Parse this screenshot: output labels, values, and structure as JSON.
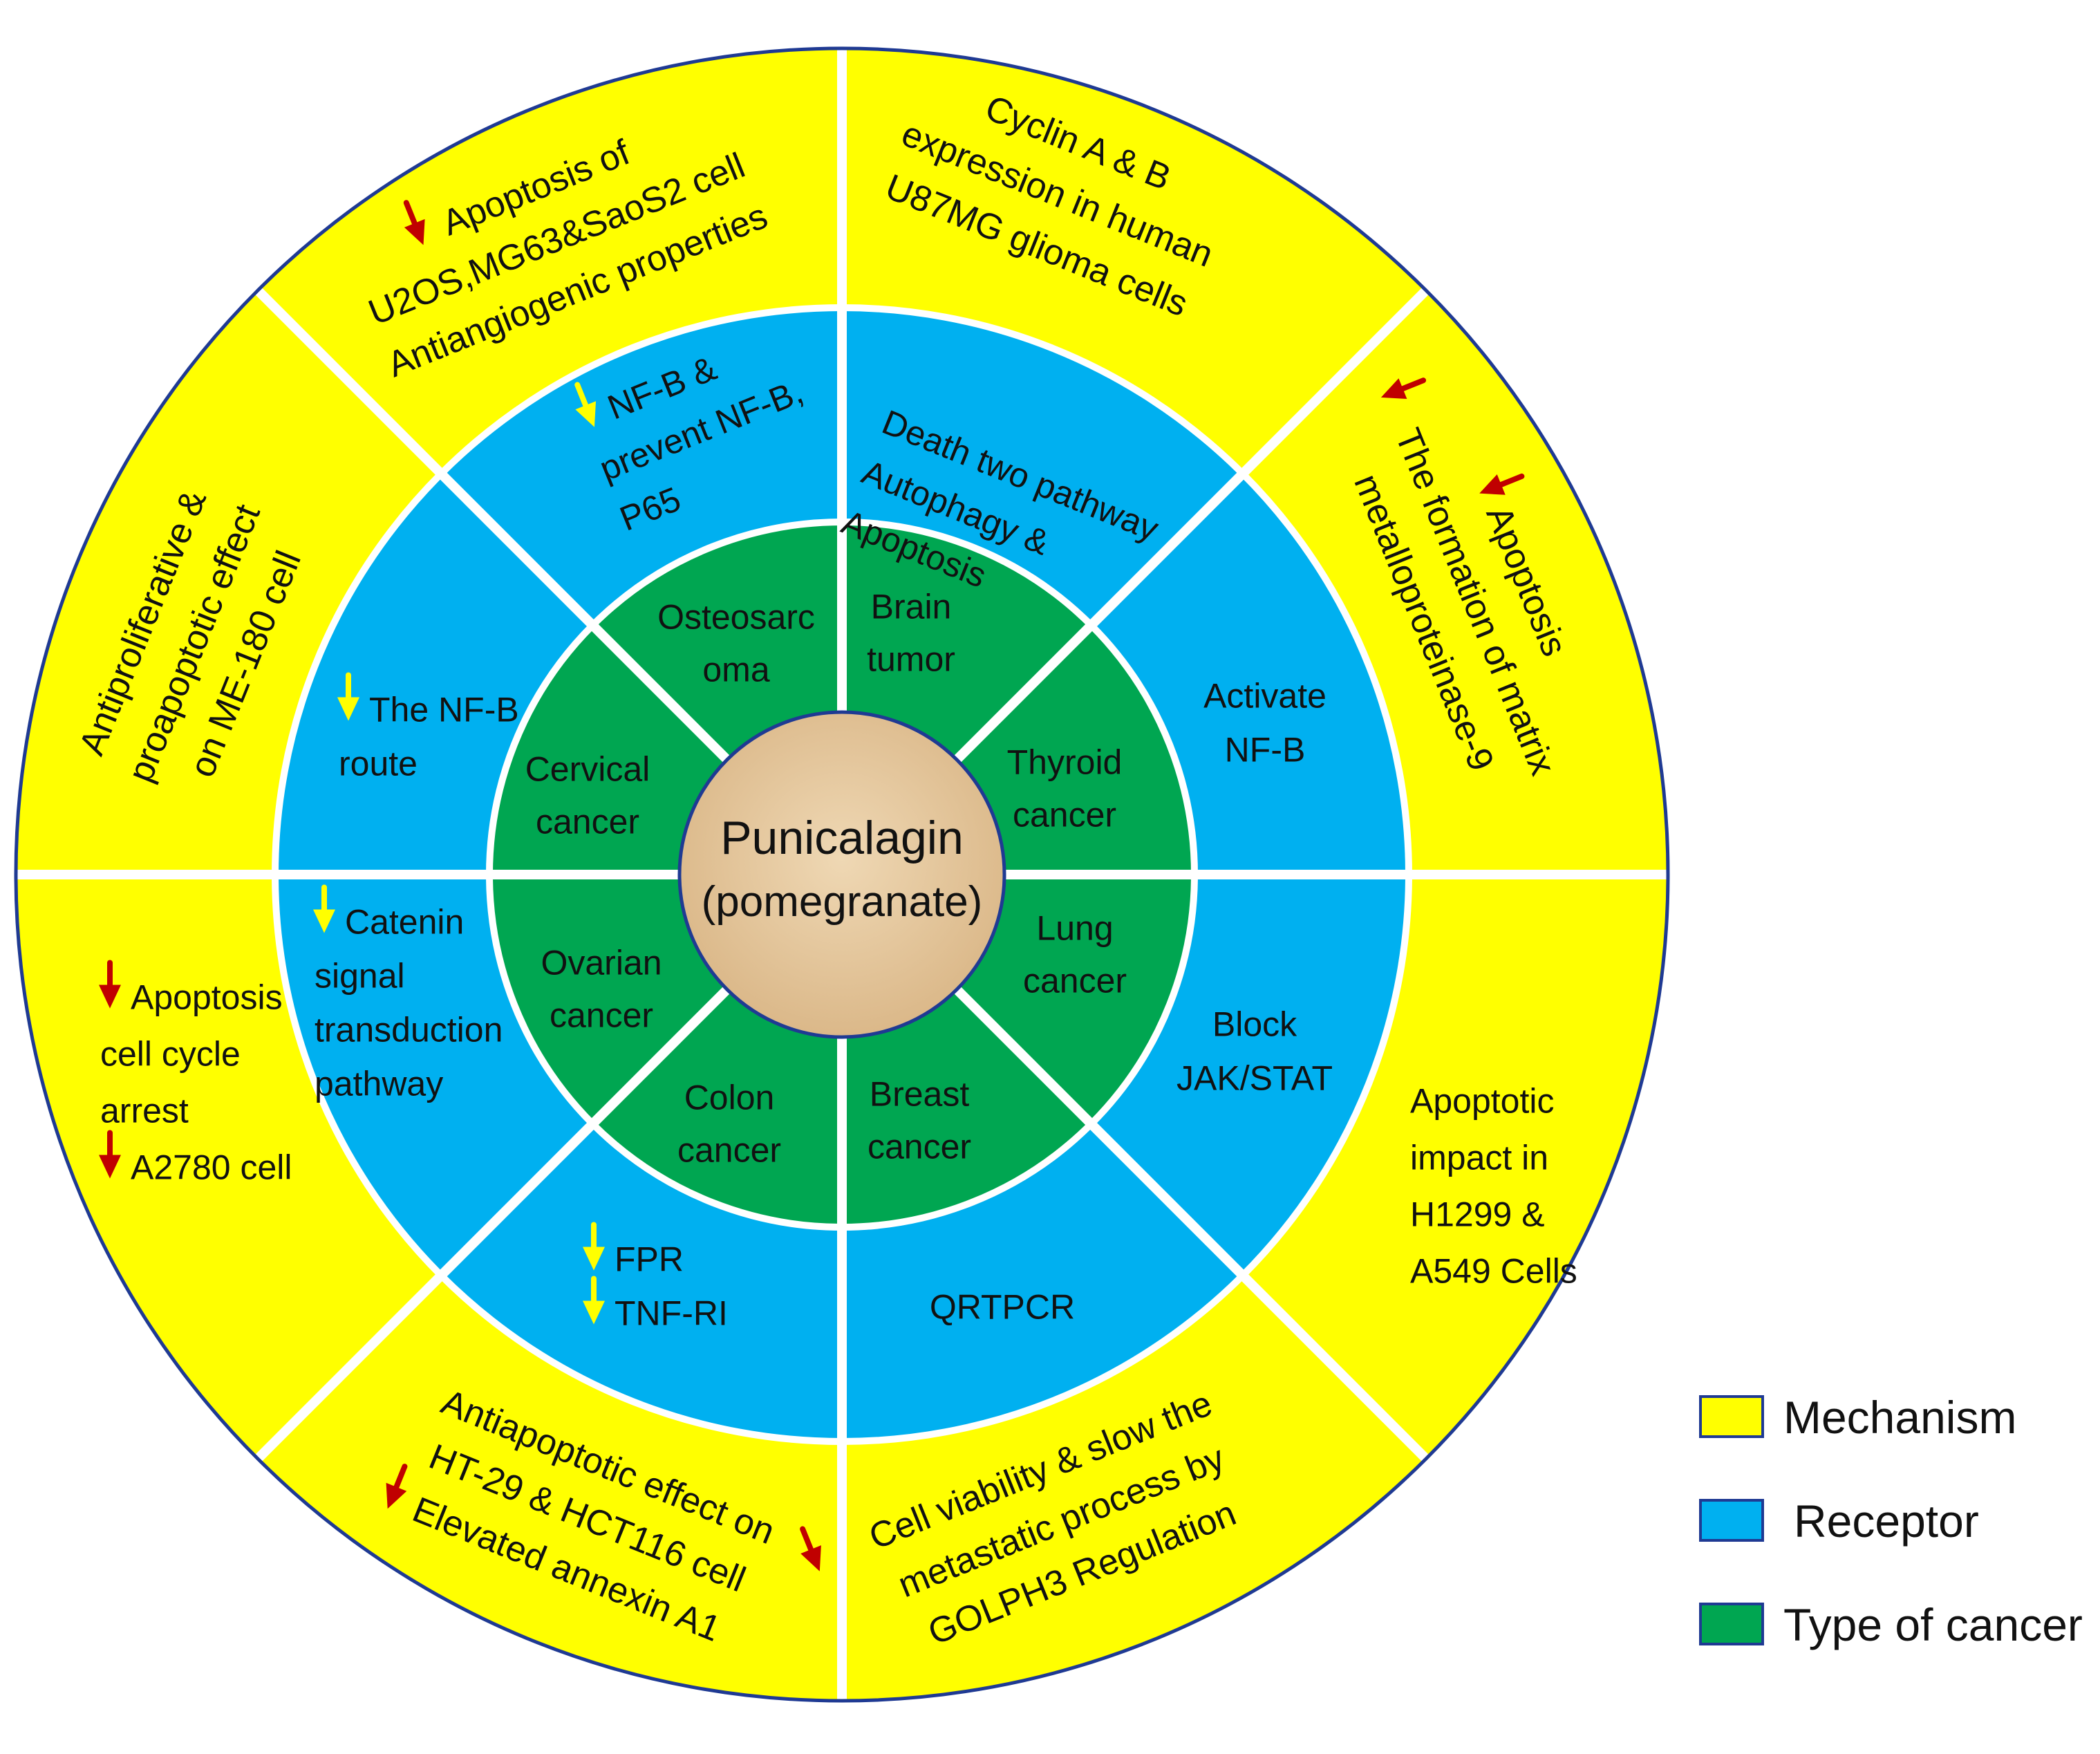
{
  "center": {
    "line1": "Punicalagin",
    "line2": "(pomegranate)"
  },
  "colors": {
    "mechanism": "#FFFF00",
    "receptor": "#00B0F0",
    "cancer": "#00A651",
    "center": "#E6C79C",
    "divider": "#FFFFFF",
    "outline": "#1F3A93",
    "arrow_down_red": "#C00000",
    "arrow_down_yellow": "#FFFF00"
  },
  "legend": [
    {
      "key": "mechanism",
      "label": "Mechanism"
    },
    {
      "key": "receptor",
      "label": "Receptor"
    },
    {
      "key": "cancer",
      "label": "Type of cancer"
    }
  ],
  "cancers": [
    {
      "lines": [
        "Osteosarc",
        "oma"
      ]
    },
    {
      "lines": [
        "Brain",
        "tumor"
      ]
    },
    {
      "lines": [
        "Thyroid",
        "cancer"
      ]
    },
    {
      "lines": [
        "Lung",
        "cancer"
      ]
    },
    {
      "lines": [
        "Breast",
        "cancer"
      ]
    },
    {
      "lines": [
        "Colon",
        "cancer"
      ]
    },
    {
      "lines": [
        "Ovarian",
        "cancer"
      ]
    },
    {
      "lines": [
        "Cervical",
        "cancer"
      ]
    }
  ],
  "receptors": [
    {
      "lines": [
        "NF-B &",
        "prevent NF-B,",
        "P65"
      ],
      "arrows": [
        0
      ]
    },
    {
      "lines": [
        "Death two pathway",
        "Autophagy &",
        "Apoptosis"
      ],
      "arrows": []
    },
    {
      "lines": [
        "Activate",
        "NF-B"
      ],
      "arrows": []
    },
    {
      "lines": [
        "Block",
        "JAK/STAT"
      ],
      "arrows": []
    },
    {
      "lines": [
        "QRTPCR"
      ],
      "arrows": []
    },
    {
      "lines": [
        "FPR",
        "TNF-RI"
      ],
      "arrows": [
        0,
        1
      ]
    },
    {
      "lines": [
        "Catenin",
        "signal",
        "transduction",
        "pathway"
      ],
      "arrows": [
        0
      ]
    },
    {
      "lines": [
        "The NF-B",
        "route"
      ],
      "arrows": [
        0
      ]
    }
  ],
  "mechanisms": [
    {
      "lines": [
        "Apoptosis of",
        "U2OS,MG63&SaoS2 cell",
        "Antiangiogenic properties"
      ],
      "arrows": [
        0
      ]
    },
    {
      "lines": [
        "Cyclin A & B",
        "expression in human",
        "U87MG glioma cells"
      ],
      "arrows": []
    },
    {
      "lines": [
        "Apoptosis",
        "The formation of matrix",
        "metalloproteinase-9"
      ],
      "arrows": [
        0,
        1
      ]
    },
    {
      "lines": [
        "Apoptotic",
        "impact in",
        "H1299 &",
        "A549 Cells"
      ],
      "arrows": []
    },
    {
      "lines": [
        "Cell viability & slow the",
        "metastatic process by",
        "GOLPH3 Regulation"
      ],
      "arrows": [
        0
      ]
    },
    {
      "lines": [
        "Antiapoptotic effect on",
        "HT-29 & HCT116 cell",
        "Elevated annexin A1"
      ],
      "arrows": [
        2
      ]
    },
    {
      "lines": [
        "Apoptosis",
        "cell cycle",
        "arrest",
        "A2780 cell"
      ],
      "arrows": [
        0,
        3
      ]
    },
    {
      "lines": [
        "Antiproliferative &",
        "proapoptotic effect",
        "on ME-180 cell"
      ],
      "arrows": []
    }
  ]
}
